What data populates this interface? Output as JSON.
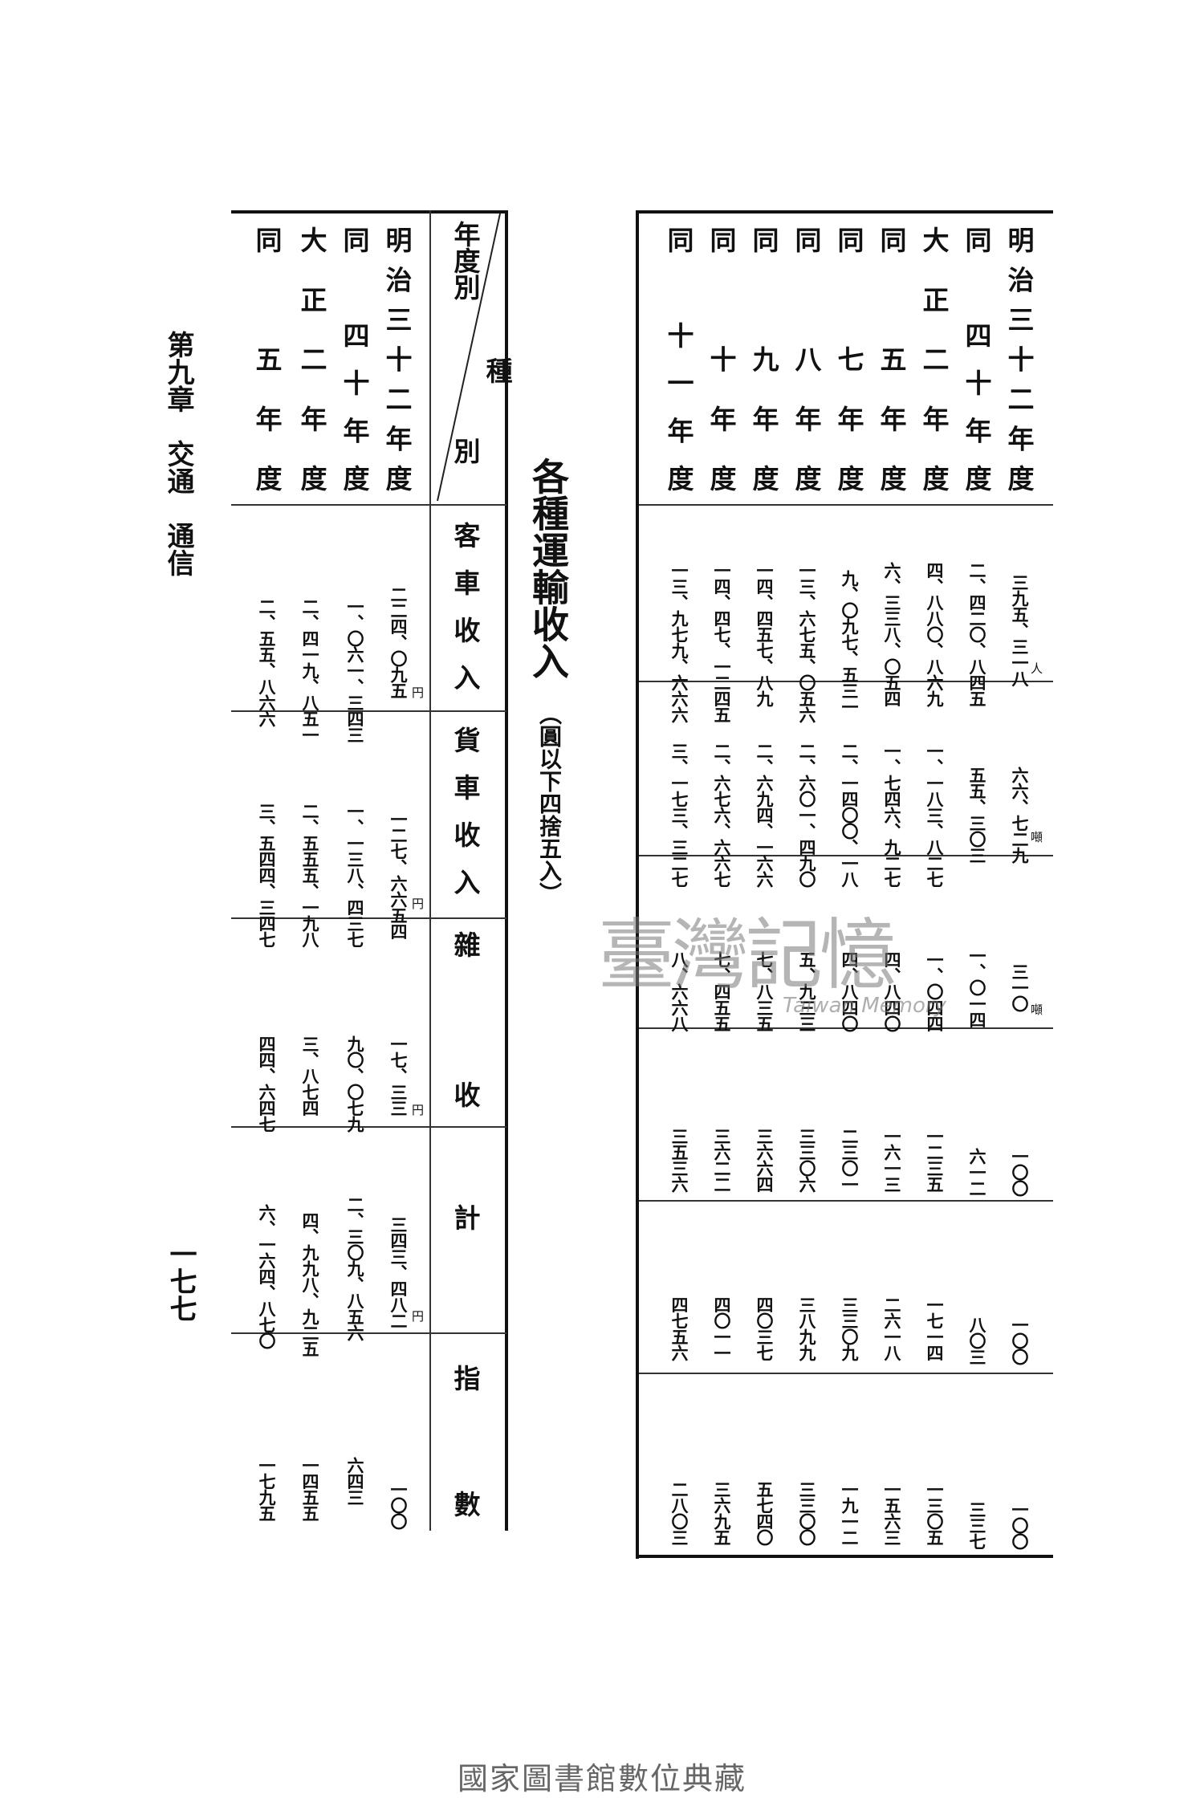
{
  "title": "各種運輸收入",
  "subtitle": "（圓以下四捨五入）",
  "running_head": "第九章　交通　通信",
  "page_number": "一七七",
  "watermark": {
    "main": "臺灣記憶",
    "sub": "Taiwan Memory"
  },
  "footer": "國家圖書館數位典藏",
  "left_table": {
    "header": {
      "corner_top": "種",
      "corner_bottom": "年度別",
      "corner_bottom2": "別",
      "columns": [
        "客車收入",
        "貨車收入",
        "雜收",
        "計",
        "指數"
      ]
    },
    "units": {
      "yen": "円"
    },
    "rows": [
      {
        "year": "明治三十二年度",
        "passenger": "二二四、〇九五",
        "freight": "一二七、六六五四",
        "misc": "一七、三三",
        "total": "三四三、四八二",
        "index": "一〇〇"
      },
      {
        "year": "同　四十年度",
        "passenger": "一、〇六一、三四三",
        "freight": "一、一三八、四三七",
        "misc": "九〇、〇七九",
        "total": "二、三〇九、八五六",
        "index": "六四三"
      },
      {
        "year": "大正二年度",
        "passenger": "二、四一九、八五一",
        "freight": "二、五五五、一九八",
        "misc": "三、八七四",
        "total": "四、九九八、九二五",
        "index": "一四五五"
      },
      {
        "year": "同　五年度",
        "passenger": "二、五五、八六六",
        "freight": "三、五四四、三四七",
        "misc": "四四、六四七",
        "total": "六、一六四、八七〇",
        "index": "一七九五"
      }
    ]
  },
  "right_table": {
    "units": {
      "persons": "人",
      "tons": "噸"
    },
    "rows": [
      {
        "year": "明治三十二年度",
        "c1": "三九五、三一八",
        "c2": "六六、七二九",
        "c3": "三一〇",
        "c4": "一〇〇",
        "c5": "一〇〇",
        "c6": "一〇〇"
      },
      {
        "year": "同　四十年度",
        "c1": "二、四二〇、八四五",
        "c2": "五五、三〇三",
        "c3": "一、〇一四",
        "c4": "六一二",
        "c5": "八〇三",
        "c6": "三三七"
      },
      {
        "year": "大正二年度",
        "c1": "四、八八〇、八六九",
        "c2": "一、一八三、八二七",
        "c3": "一、〇四四",
        "c4": "一二三五",
        "c5": "一七一四",
        "c6": "一三〇五"
      },
      {
        "year": "同　五年度",
        "c1": "六、三三八、〇五四",
        "c2": "一、七四六、九二七",
        "c3": "四、八四〇",
        "c4": "一六一三",
        "c5": "二六一八",
        "c6": "一五六三"
      },
      {
        "year": "同　七年度",
        "c1": "九、〇九七、五三一",
        "c2": "二、一四〇〇、一八",
        "c3": "四、八四〇",
        "c4": "二三〇一",
        "c5": "三三〇九",
        "c6": "一九一二"
      },
      {
        "year": "同　八年度",
        "c1": "一三、六七五、〇五六",
        "c2": "二、六〇一、四九〇",
        "c3": "五、九三三",
        "c4": "三三〇六",
        "c5": "三八九九",
        "c6": "三三〇〇"
      },
      {
        "year": "同　九年度",
        "c1": "一四、四五七、八九",
        "c2": "二、六九四、一六六",
        "c3": "七、八三五",
        "c4": "三六六四",
        "c5": "四〇三七",
        "c6": "五七四〇"
      },
      {
        "year": "同　十年度",
        "c1": "一四、四七、一二四五",
        "c2": "二、六七六、六六七",
        "c3": "七、四五五",
        "c4": "三六二二",
        "c5": "四〇一一",
        "c6": "三六九五"
      },
      {
        "year": "同　十一年度",
        "c1": "一三、九七九、六六六",
        "c2": "三、一七三、三二七",
        "c3": "八、六六八",
        "c4": "三五三六",
        "c5": "四七五六",
        "c6": "二八〇三"
      }
    ]
  }
}
